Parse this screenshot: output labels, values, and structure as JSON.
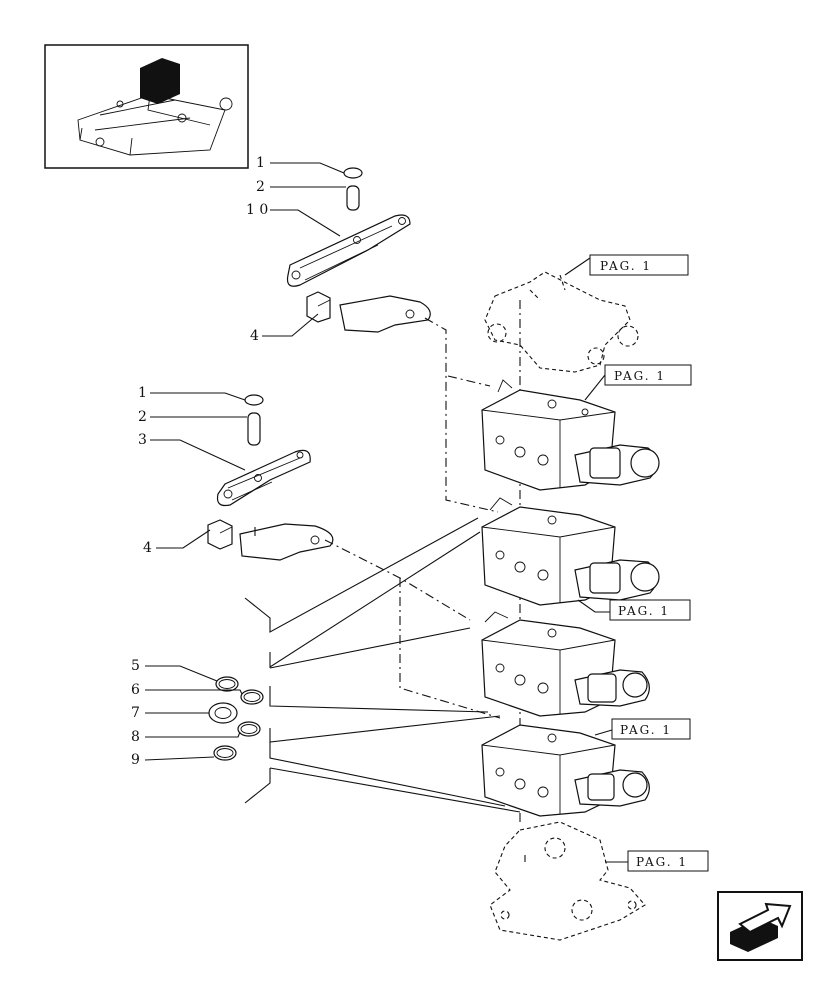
{
  "callouts": {
    "c1a": "1",
    "c2a": "2",
    "c10": "1 0",
    "c4a": "4",
    "c1b": "1",
    "c2b": "2",
    "c3": "3",
    "c4b": "4",
    "c5": "5",
    "c6": "6",
    "c7": "7",
    "c8": "8",
    "c9": "9"
  },
  "page_refs": [
    "PAG.  1",
    "PAG.  1",
    "PAG.  1",
    "PAG.  1",
    "PAG.  1"
  ],
  "icons": {
    "thumbnail": "assembly-thumbnail-icon",
    "navigation": "next-page-arrow-icon"
  }
}
